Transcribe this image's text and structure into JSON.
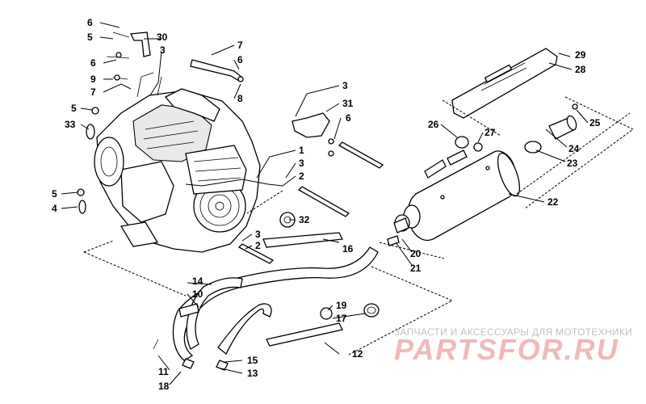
{
  "callouts": {
    "n1": "1",
    "n2": "2",
    "n2b": "2",
    "n3": "3",
    "n3b": "3",
    "n3c": "3",
    "n3d": "3",
    "n4": "4",
    "n5": "5",
    "n5b": "5",
    "n5c": "5",
    "n6": "6",
    "n6b": "6",
    "n6c": "6",
    "n6d": "6",
    "n7": "7",
    "n7b": "7",
    "n8": "8",
    "n9": "9",
    "n10": "10",
    "n11": "11",
    "n12": "12",
    "n13": "13",
    "n14": "14",
    "n15": "15",
    "n16": "16",
    "n17": "17",
    "n18": "18",
    "n19": "19",
    "n20": "20",
    "n21": "21",
    "n22": "22",
    "n23": "23",
    "n24": "24",
    "n25": "25",
    "n26": "26",
    "n27": "27",
    "n28": "28",
    "n29": "29",
    "n30": "30",
    "n31": "31",
    "n32": "32",
    "n33": "33"
  },
  "watermark": {
    "tagline": "ЗАПЧАСТИ И АКСЕССУАРЫ ДЛЯ МОТОТЕХНИКИ",
    "logo": "PARTSFOR.RU",
    "tagline_color": "#c0c0c0",
    "logo_color": "#f1b9b9"
  }
}
